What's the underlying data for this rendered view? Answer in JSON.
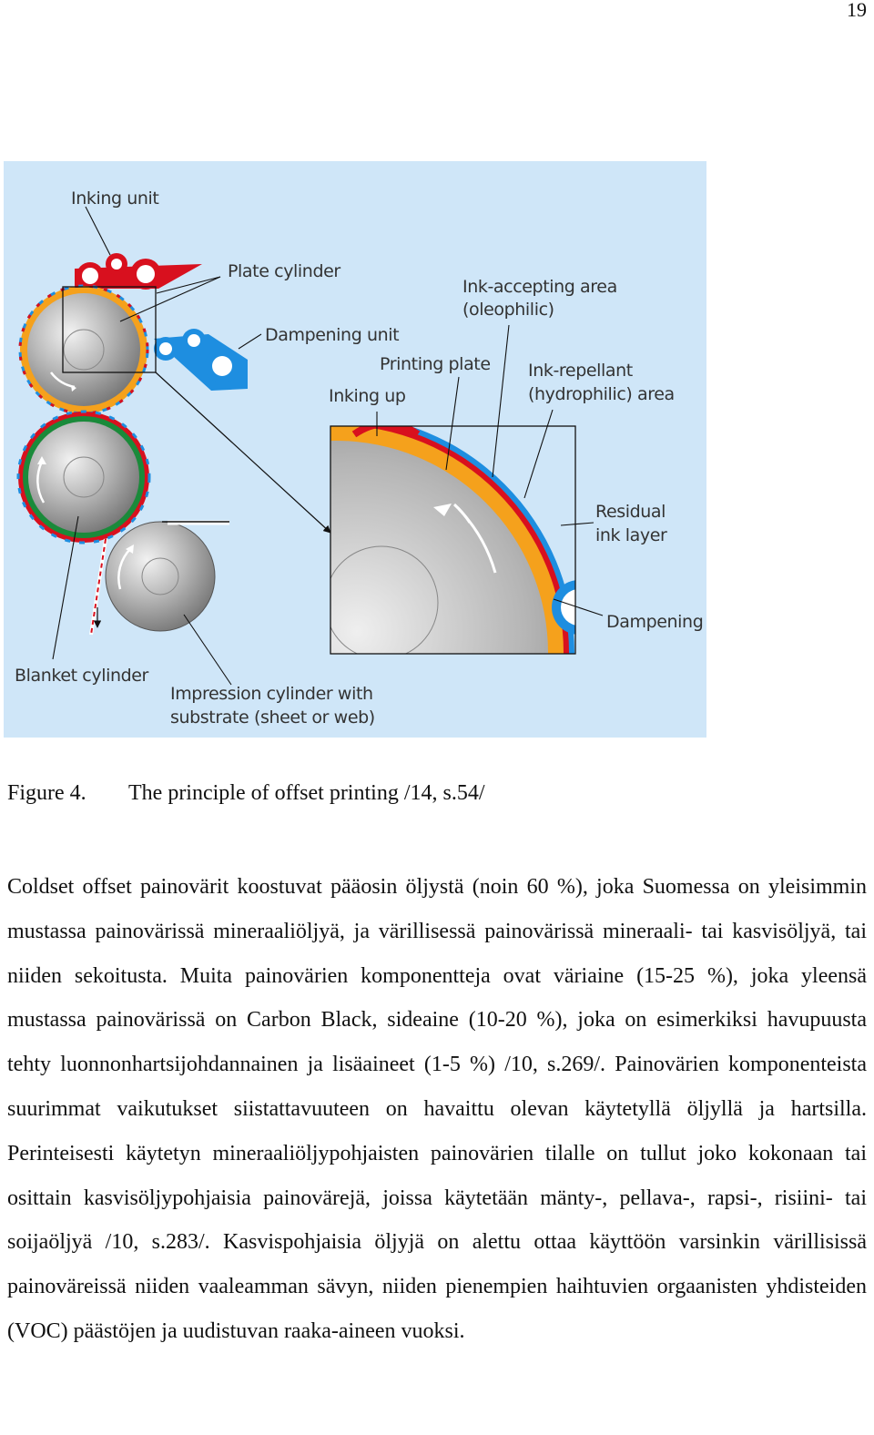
{
  "page": {
    "number": "19"
  },
  "figure": {
    "labels": {
      "inking_unit": "Inking unit",
      "plate_cylinder": "Plate cylinder",
      "ink_accepting_area_1": "Ink-accepting area",
      "ink_accepting_area_2": "(oleophilic)",
      "dampening_unit": "Dampening unit",
      "printing_plate": "Printing plate",
      "inking_up": "Inking up",
      "ink_repellant_1": "Ink-repellant",
      "ink_repellant_2": "(hydrophilic) area",
      "residual_ink_1": "Residual",
      "residual_ink_2": "ink layer",
      "dampening": "Dampening",
      "blanket_cylinder": "Blanket cylinder",
      "impression_cylinder_1": "Impression cylinder with",
      "impression_cylinder_2": "substrate (sheet or web)"
    },
    "colors": {
      "background": "#cfe6f8",
      "ink_red": "#d8101e",
      "water_blue": "#1e8ee0",
      "plate_orange": "#f5a11c",
      "blanket_green": "#1a8a3a"
    }
  },
  "caption": {
    "number": "Figure 4.",
    "text": "The principle of offset printing /14, s.54/"
  },
  "body": {
    "paragraph": "Coldset offset painovärit koostuvat pääosin öljystä (noin 60 %), joka Suomessa on yleisimmin mustassa painovärissä mineraaliöljyä, ja värillisessä painovärissä mineraali- tai kasvisöljyä, tai niiden sekoitusta. Muita painovärien komponentteja ovat väriaine (15-25 %), joka yleensä mustassa painovärissä on Carbon Black, sideaine (10-20 %), joka on esimerkiksi havupuusta tehty luonnonhartsijohdannainen ja lisäaineet (1-5 %) /10, s.269/. Painovärien komponenteista suurimmat vaikutukset siistattavuuteen on havaittu olevan käytetyllä öljyllä ja hartsilla. Perinteisesti käytetyn mineraaliöljypohjaisten painovärien tilalle on tullut joko kokonaan tai osittain kasvisöljypohjaisia painovärejä, joissa käytetään mänty-, pellava-, rapsi-, risiini- tai soijaöljyä /10, s.283/. Kasvispohjaisia öljyjä on alettu ottaa käyttöön varsinkin värillisissä painoväreissä niiden vaaleamman sävyn, niiden pienempien haihtuvien orgaanisten yhdisteiden (VOC) päästöjen ja uudistuvan raaka-aineen vuoksi."
  }
}
